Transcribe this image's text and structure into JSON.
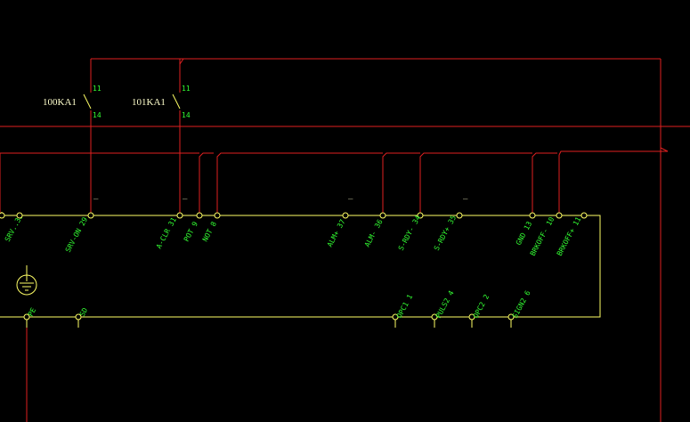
{
  "relays": [
    {
      "name": "100KA1",
      "pin_top": "11",
      "pin_bottom": "14"
    },
    {
      "name": "101KA1",
      "pin_top": "11",
      "pin_bottom": "14"
    }
  ],
  "top_terminals": [
    {
      "label": "SRV..33"
    },
    {
      "label": "SRV-ON 29"
    },
    {
      "label": "A-CLR 31"
    },
    {
      "label": "POT 9"
    },
    {
      "label": "NOT 8"
    },
    {
      "label": "ALM+ 37"
    },
    {
      "label": "ALM- 36"
    },
    {
      "label": "S-RDY- 34"
    },
    {
      "label": "S-RDY+ 35"
    },
    {
      "label": "GND 13"
    },
    {
      "label": "BRKOFF- 10"
    },
    {
      "label": "BRKOFF+ 11"
    }
  ],
  "bottom_terminals": [
    {
      "label": "PE"
    },
    {
      "label": "SD"
    },
    {
      "label": "OPC1 1"
    },
    {
      "label": "PULS2 4"
    },
    {
      "label": "OPC2 2"
    },
    {
      "label": "SIGN2 6"
    }
  ],
  "dash_marks": [
    "_",
    "_",
    "_",
    "_"
  ],
  "colors": {
    "background": "#000000",
    "wire": "#e02020",
    "device_outline": "#ffff66",
    "terminal_text": "#33ff33",
    "relay_text": "#ffffcc"
  },
  "icons": {
    "ground": "ground-icon"
  }
}
